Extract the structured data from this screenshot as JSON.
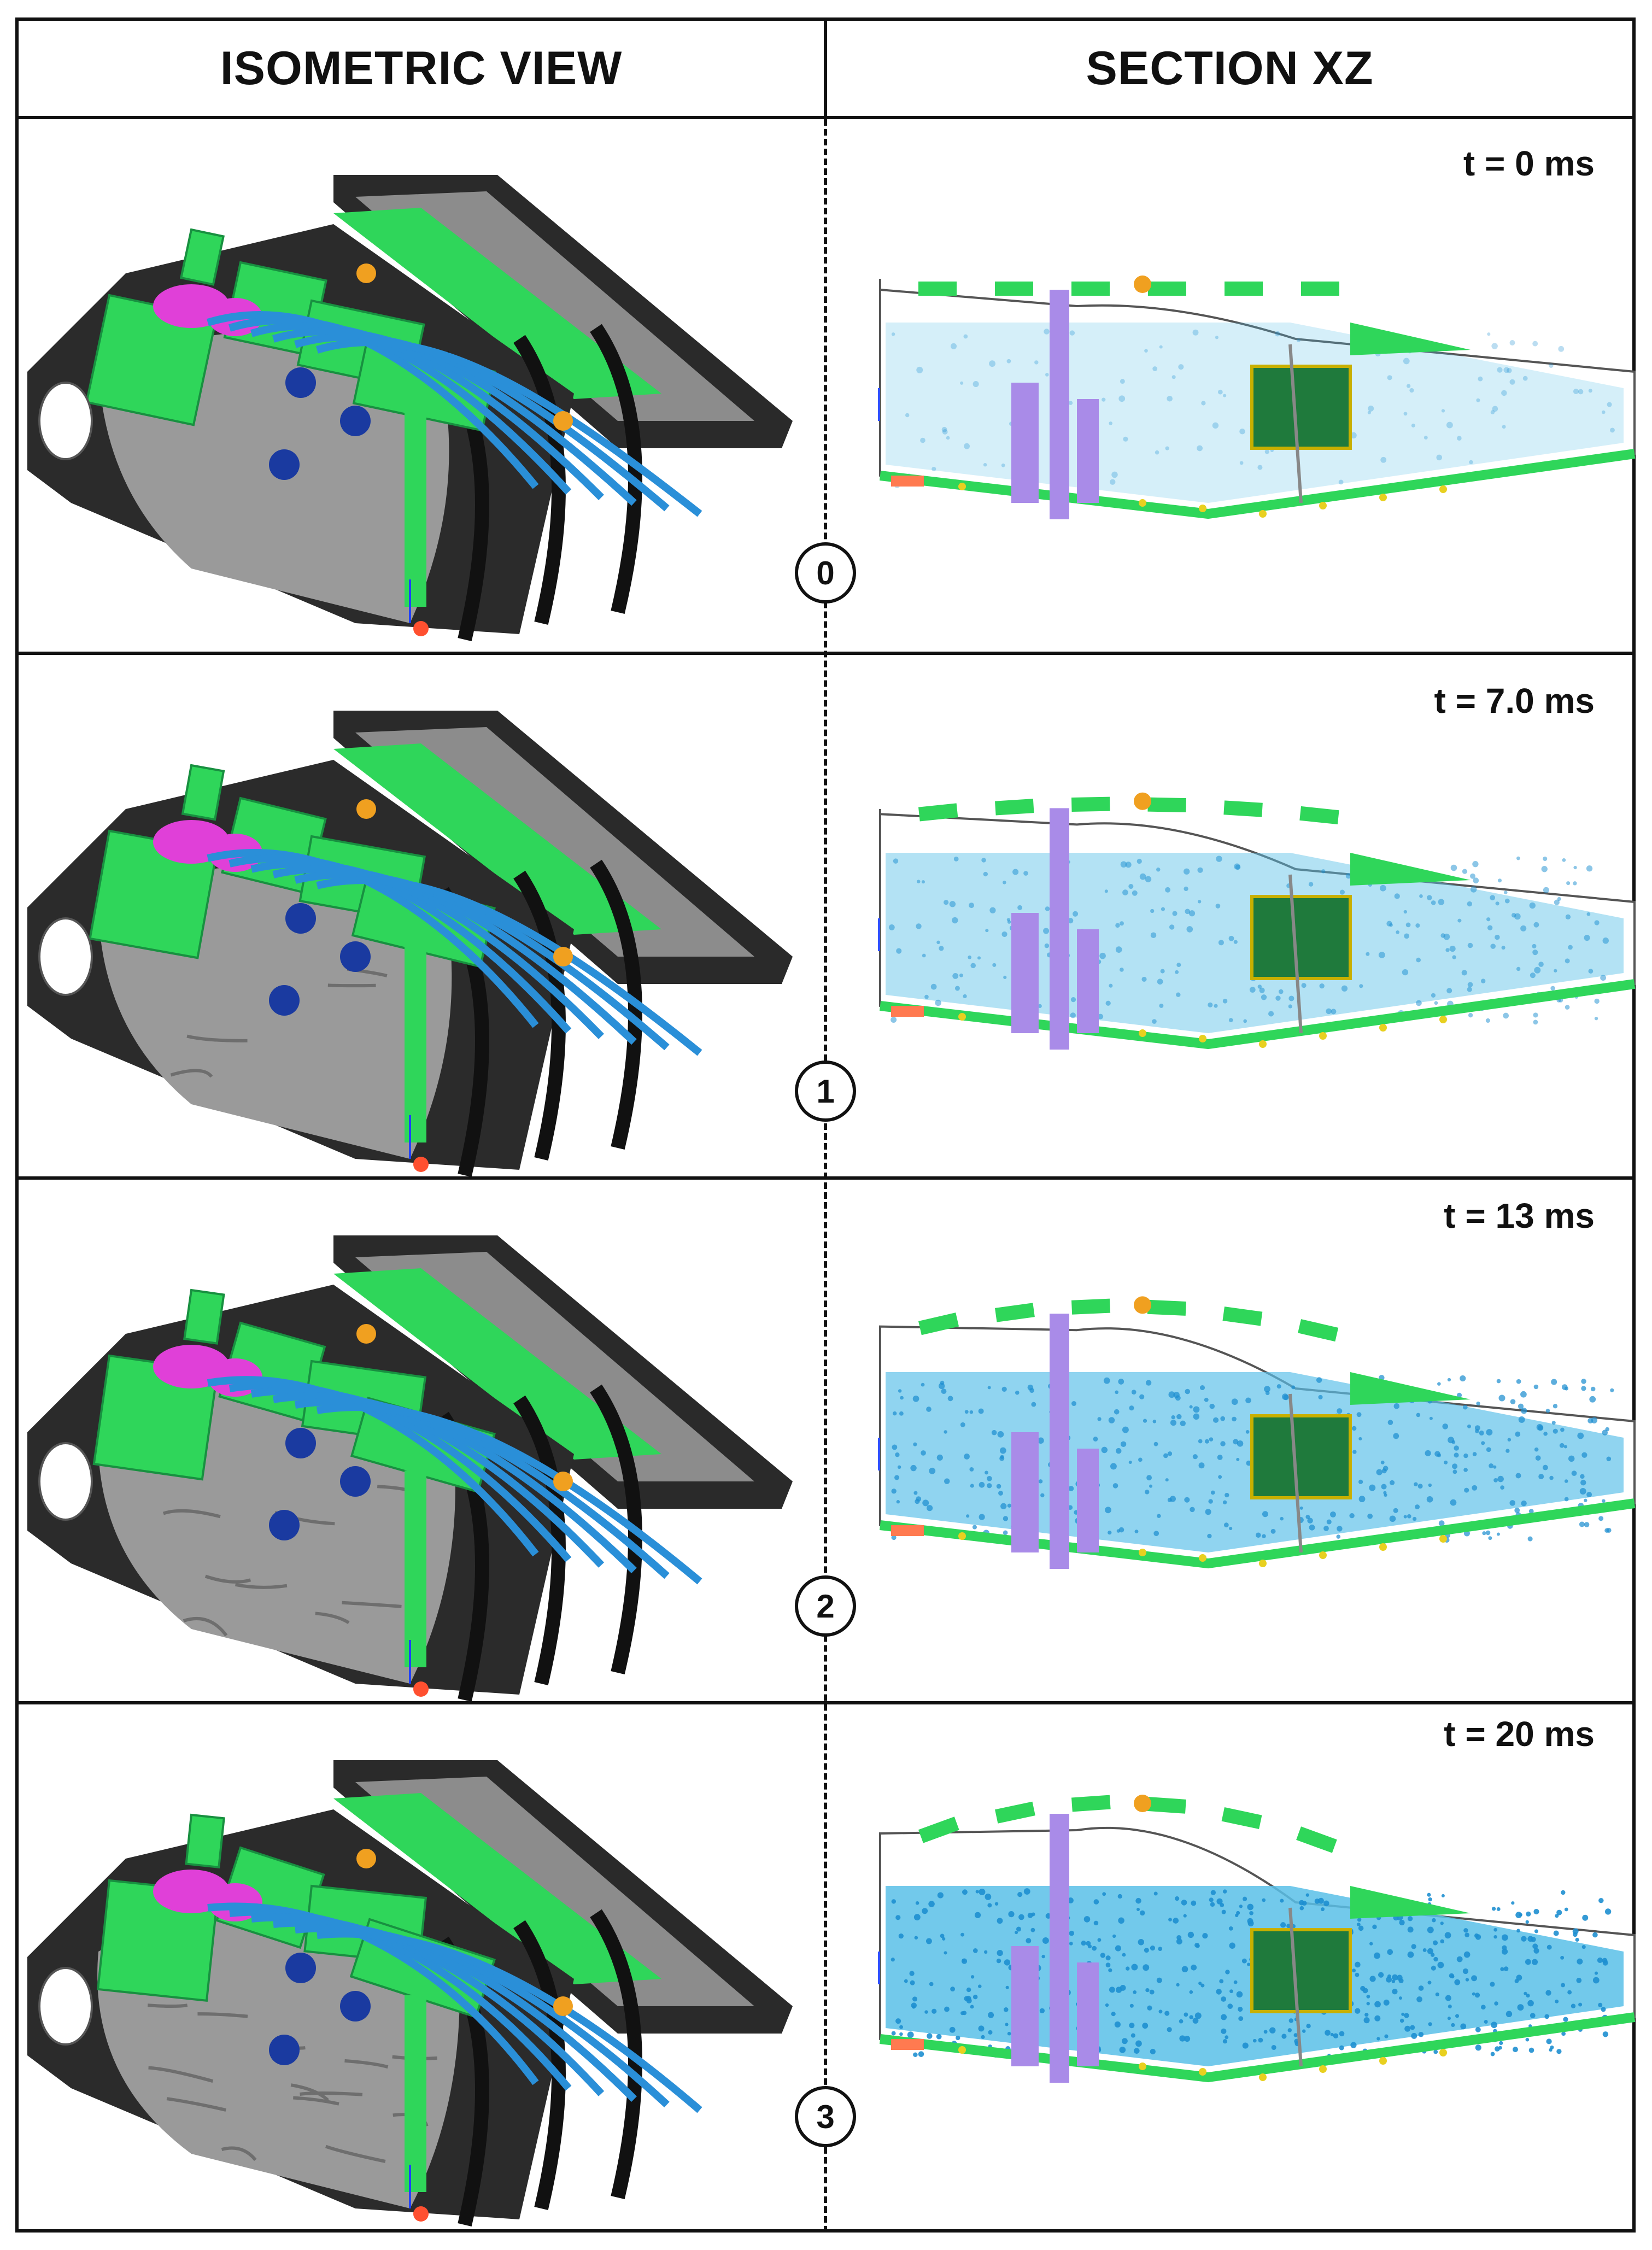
{
  "headers": {
    "left": "ISOMETRIC VIEW",
    "right": "SECTION XZ"
  },
  "rows": [
    {
      "time_label": "t = 0 ms",
      "step": "0",
      "deformation": 0.0,
      "fluid": 0.0
    },
    {
      "time_label": "t = 7.0 ms",
      "step": "1",
      "deformation": 0.3,
      "fluid": 0.35
    },
    {
      "time_label": "t = 13 ms",
      "step": "2",
      "deformation": 0.65,
      "fluid": 0.7
    },
    {
      "time_label": "t = 20 ms",
      "step": "3",
      "deformation": 1.0,
      "fluid": 1.0
    }
  ],
  "colors": {
    "structure": "#333333",
    "skin": "#9a9a9a",
    "component": "#2fd65a",
    "pipe": "#2a8fd8",
    "connector": "#e040d8",
    "fluid": "#59bfe8",
    "rod": "#a98be8",
    "accent": "#f0a020"
  }
}
